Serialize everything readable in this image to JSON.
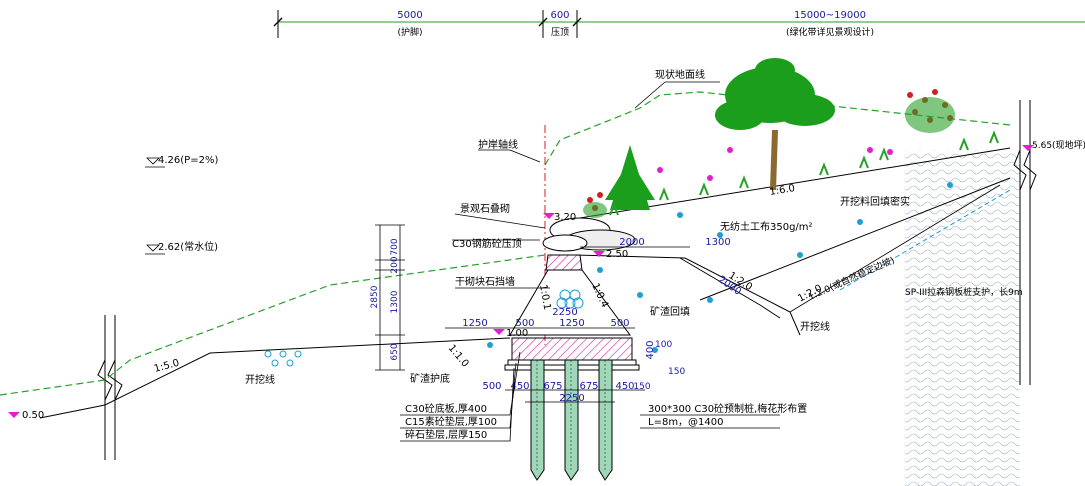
{
  "top_dims": [
    {
      "value": "5000",
      "note": "(护脚)"
    },
    {
      "value": "600",
      "note": "压顶"
    },
    {
      "value": "15000~19000",
      "note": "(绿化带详见景观设计)"
    }
  ],
  "levels": {
    "flood": "4.26(P=2%)",
    "normal": "2.62(常水位)",
    "left_bottom": "0.50",
    "right_top": "5.65(现地坪)",
    "top": "3.20",
    "mid": "2.50",
    "base": "1.00"
  },
  "labels": {
    "current_ground": "现状地面线",
    "bank_axis": "护岸轴线",
    "landscape_stone": "景观石叠砌",
    "c30_cap": "C30钢筋砼压顶",
    "dry_masonry": "干砌块石挡墙",
    "geotextile": "无纺土工布350g/m²",
    "excavation_fill": "开挖料回填密实",
    "slag_fill": "矿渣回填",
    "slag_toe": "矿渣护底",
    "excavation_line_left": "开挖线",
    "excavation_line_right": "开挖线",
    "stable_slope": "1:2.0(或自然稳定边坡)",
    "steel_sheet": "SP-III拉森钢板桩支护，长9m",
    "c30_base": "C30砼底板,厚400",
    "c15_pad": "C15素砼垫层,厚100",
    "gravel_pad": "碎石垫层,层厚150",
    "pile_spec": "300*300 C30砼预制桩,梅花形布置",
    "pile_length": "L=8m，@1400"
  },
  "slopes": {
    "left": "1:5.0",
    "top": "1:6.0",
    "fill_20": "1:2.0",
    "fill_20b": "1:2.0",
    "wall_01": "1:0.1",
    "wall_04": "1:0.4",
    "toe_10": "1:1.0"
  },
  "dims": {
    "v_700": "700",
    "v_200": "200",
    "v_1300": "1300",
    "v_650": "650",
    "v_2850": "2850",
    "h_2000": "2000",
    "h_1300": "1300",
    "h_2250": "2250",
    "h_2000b": "2000",
    "h_1250": "1250",
    "h_500": "500",
    "h_1250b": "1250",
    "h_500b": "500",
    "v_400": "400",
    "v_100": "100",
    "v_150": "150",
    "b_500": "500",
    "b_450": "450",
    "b_675": "675",
    "b_675b": "675",
    "b_450b": "450",
    "b_150": "150",
    "b_2250": "2250"
  }
}
